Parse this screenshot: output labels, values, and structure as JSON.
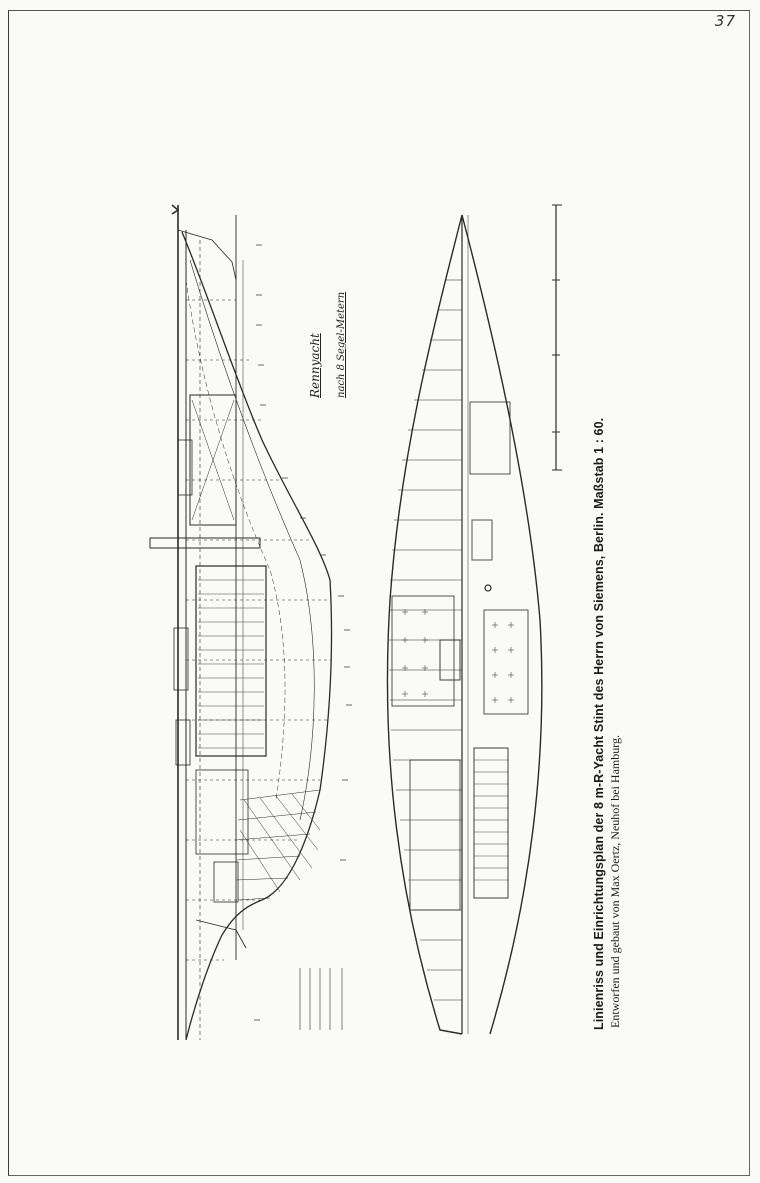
{
  "page_number": "37",
  "title_handwritten": {
    "line1": "Rennyacht",
    "line2": "nach 8 Segel-Metern"
  },
  "caption": {
    "main": "Linienriss und Einrichtungsplan der 8 m-R-Yacht Stint des Herrn von Siemens, Berlin.",
    "scale": "Maßstab 1 : 60.",
    "sub": "Entworfen und gebaut von Max Oertz, Neuhof bei Hamburg."
  }
}
